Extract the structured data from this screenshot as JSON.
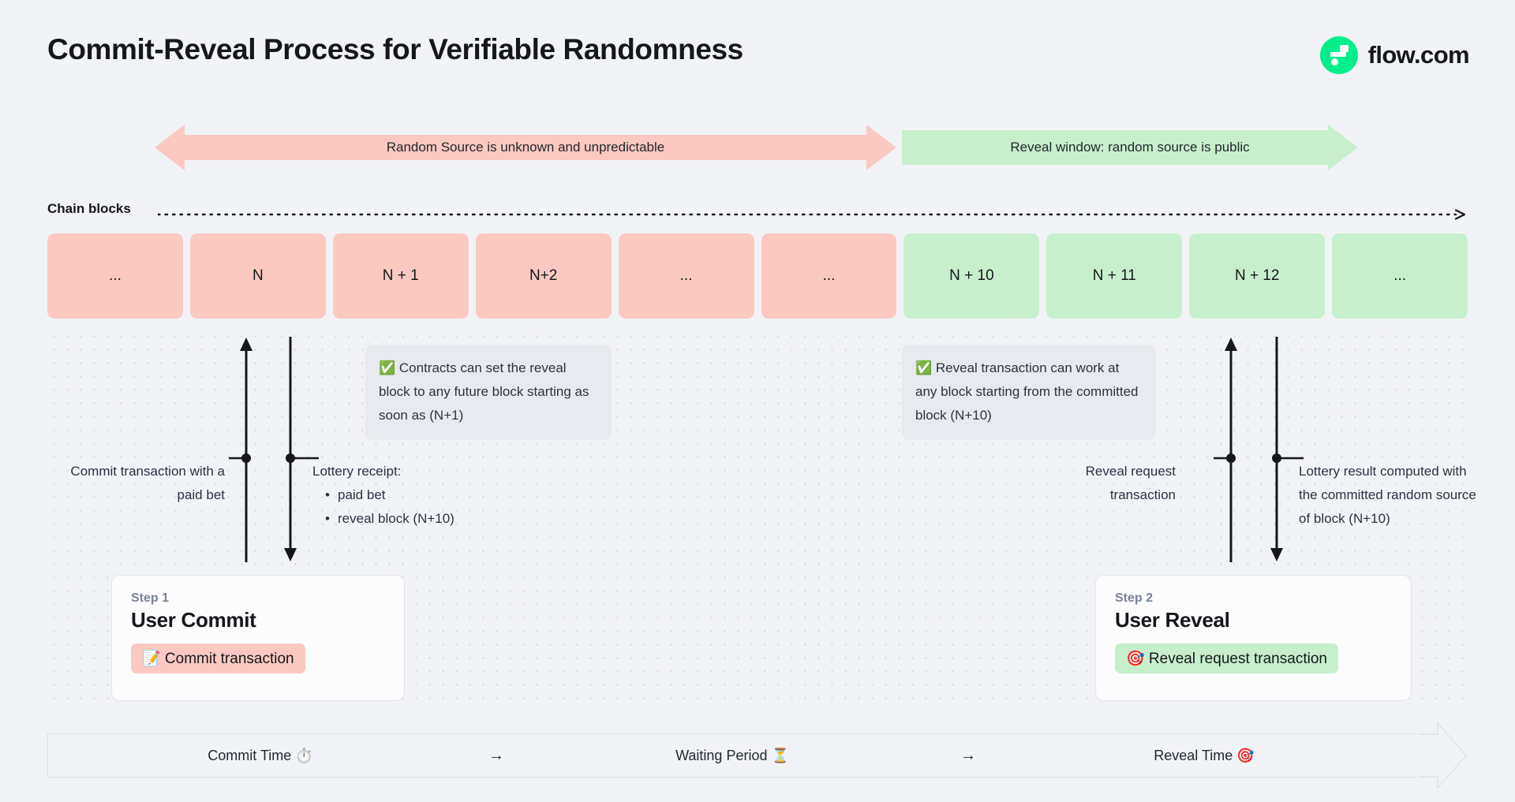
{
  "header": {
    "title": "Commit-Reveal Process for Verifiable Randomness",
    "brand_name": "flow.com",
    "brand_color": "#00ef8b"
  },
  "banners": [
    {
      "id": "unknown",
      "label": "Random Source is unknown and unpredictable",
      "color": "#fbc9c2"
    },
    {
      "id": "reveal",
      "label": "Reveal window: random source is public",
      "color": "#c8efcd"
    }
  ],
  "chain": {
    "axis_label": "Chain blocks",
    "blocks": [
      {
        "label": "...",
        "state": "pink"
      },
      {
        "label": "N",
        "state": "pink"
      },
      {
        "label": "N + 1",
        "state": "pink"
      },
      {
        "label": "N+2",
        "state": "pink"
      },
      {
        "label": "...",
        "state": "pink"
      },
      {
        "label": "...",
        "state": "pink"
      },
      {
        "label": "N + 10",
        "state": "green"
      },
      {
        "label": "N + 11",
        "state": "green"
      },
      {
        "label": "N + 12",
        "state": "green"
      },
      {
        "label": "...",
        "state": "green"
      }
    ]
  },
  "callouts": {
    "commit": "✅ Contracts can set the reveal block to any future block starting as soon as (N+1)",
    "reveal": "✅ Reveal transaction can work at any block starting from the committed block (N+10)"
  },
  "markers": {
    "commit_transaction": "Commit transaction with a paid bet",
    "lottery_receipt_title": "Lottery receipt:",
    "lottery_receipt_items": [
      "paid bet",
      "reveal block (N+10)"
    ],
    "reveal_request": "Reveal request transaction",
    "lottery_result": "Lottery result computed with the committed random source of block (N+10)"
  },
  "steps": [
    {
      "eyebrow": "Step 1",
      "title": "User Commit",
      "pill": "📝 Commit transaction",
      "pill_color": "#fbc9c2"
    },
    {
      "eyebrow": "Step 2",
      "title": "User Reveal",
      "pill": "🎯 Reveal request transaction",
      "pill_color": "#c8efcd"
    }
  ],
  "timeline": {
    "segments": [
      "Commit Time ⏱️",
      "Waiting Period ⏳",
      "Reveal Time 🎯"
    ],
    "separator": "→"
  }
}
